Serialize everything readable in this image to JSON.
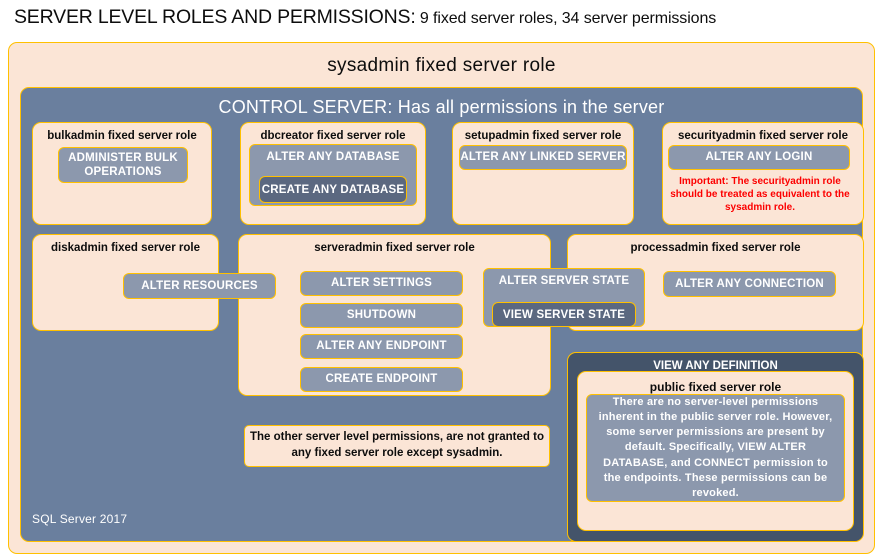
{
  "title": {
    "main": "SERVER LEVEL ROLES AND PERMISSIONS:",
    "sub": " 9 fixed server roles, 34 server permissions"
  },
  "colors": {
    "peach_fill": "#fbe5d6",
    "gold_border": "#ffc000",
    "slate_fill": "#6a7f9e",
    "slate_dark_fill": "#44546a",
    "permission_fill": "#8c98ad",
    "permission_dark_fill": "#5b6880",
    "warning_text": "#fc0000",
    "page_background": "#ffffff"
  },
  "sysadmin": {
    "label": "sysadmin fixed server role"
  },
  "control_server": {
    "label": "CONTROL SERVER: Has all permissions in the server"
  },
  "roles": {
    "bulkadmin": {
      "label": "bulkadmin  fixed server role",
      "permissions": [
        "ADMINISTER  BULK OPERATIONS"
      ]
    },
    "dbcreator": {
      "label": "dbcreator fixed server role",
      "permission_outer": "ALTER ANY DATABASE",
      "permission_inner": "CREATE  ANY DATABASE"
    },
    "setupadmin": {
      "label": "setupadmin fixed server role",
      "permissions": [
        "ALTER ANY LINKED SERVER"
      ]
    },
    "securityadmin": {
      "label": "securityadmin  fixed server role",
      "permissions": [
        "ALTER ANY LOGIN"
      ],
      "note": "Important:  The securityadmin role should  be treated as equivalent to the sysadmin role."
    },
    "diskadmin": {
      "label": "diskadmin  fixed server role",
      "permissions": [
        "ALTER RESOURCES"
      ]
    },
    "serveradmin": {
      "label": "serveradmin fixed server role",
      "permissions": [
        "ALTER SETTINGS",
        "SHUTDOWN",
        "ALTER ANY ENDPOINT",
        "CREATE  ENDPOINT"
      ],
      "permission_outer": "ALTER SERVER STATE",
      "permission_inner": "VIEW SERVER STATE"
    },
    "processadmin": {
      "label": "processadmin  fixed server role",
      "permissions": [
        "ALTER ANY CONNECTION"
      ]
    },
    "public": {
      "view_any_definition_label": "VIEW ANY DEFINITION",
      "label": "public  fixed server role",
      "note": "There are no server-level permissions inherent in the public server role. However, some server permissions are present by default. Specifically, VIEW ALTER DATABASE, and CONNECT permission to the endpoints. These permissions can be revoked."
    }
  },
  "notes": {
    "other_permissions": "The other server level permissions,  are not granted to any fixed server role except sysadmin."
  },
  "footer": {
    "label": "SQL Server 2017"
  }
}
